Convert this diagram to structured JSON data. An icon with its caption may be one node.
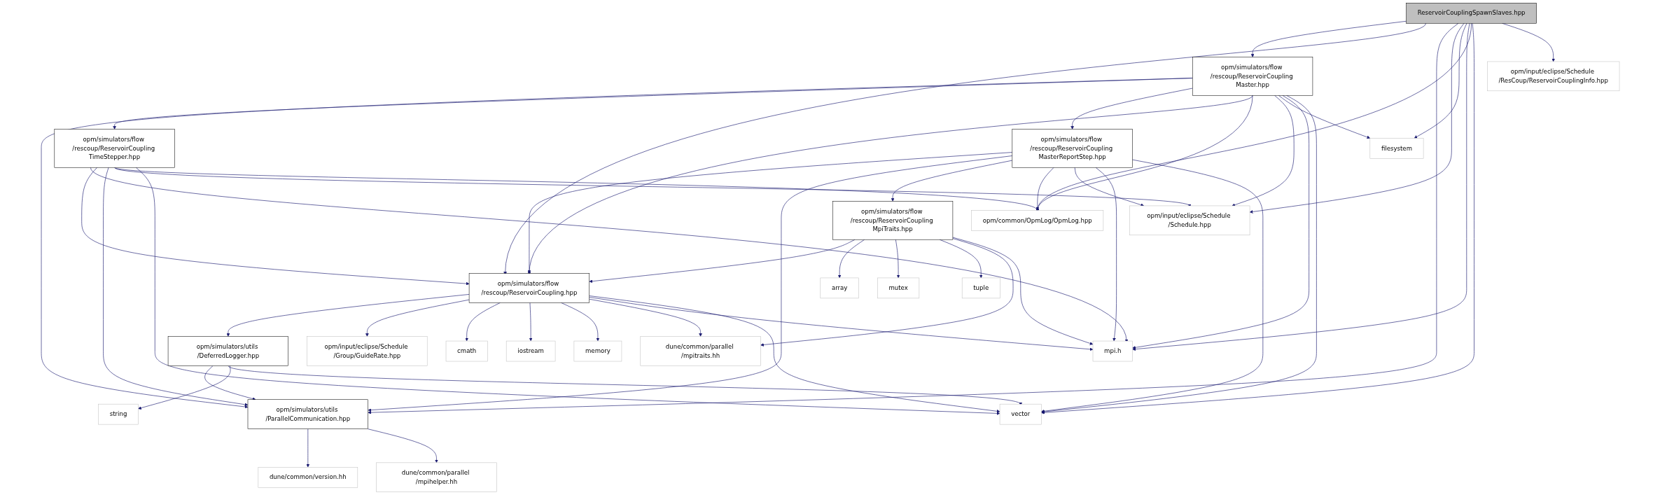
{
  "diagram": {
    "nodes": [
      {
        "text": [
          "ReservoirCouplingSpawnSlaves.hpp"
        ]
      },
      {
        "text": [
          "opm/simulators/flow /rescoup/ReservoirCoupling Master.hpp"
        ]
      },
      {
        "text": [
          "opm/input/eclipse/Schedule /ResCoup/ReservoirCouplingInfo.hpp"
        ]
      },
      {
        "text": [
          "opm/simulators/flow /rescoup/ReservoirCoupling TimeStepper.hpp"
        ]
      },
      {
        "text": [
          "opm/simulators/flow /rescoup/ReservoirCoupling MasterReportStep.hpp"
        ]
      },
      {
        "text": [
          "filesystem"
        ]
      },
      {
        "text": [
          "opm/common/OpmLog/OpmLog.hpp"
        ]
      },
      {
        "text": [
          "opm/input/eclipse/Schedule /Schedule.hpp"
        ]
      },
      {
        "text": [
          "opm/simulators/flow /rescoup/ReservoirCoupling MpiTraits.hpp"
        ]
      },
      {
        "text": [
          "array"
        ]
      },
      {
        "text": [
          "mutex"
        ]
      },
      {
        "text": [
          "tuple"
        ]
      },
      {
        "text": [
          "opm/simulators/flow /rescoup/ReservoirCoupling.hpp"
        ]
      },
      {
        "text": [
          "opm/simulators/utils /DeferredLogger.hpp"
        ]
      },
      {
        "text": [
          "opm/input/eclipse/Schedule /Group/GuideRate.hpp"
        ]
      },
      {
        "text": [
          "cmath"
        ]
      },
      {
        "text": [
          "iostream"
        ]
      },
      {
        "text": [
          "memory"
        ]
      },
      {
        "text": [
          "dune/common/parallel /mpitraits.hh"
        ]
      },
      {
        "text": [
          "mpi.h"
        ]
      },
      {
        "text": [
          "opm/simulators/utils /ParallelCommunication.hpp"
        ]
      },
      {
        "text": [
          "string"
        ]
      },
      {
        "text": [
          "vector"
        ]
      },
      {
        "text": [
          "dune/common/version.hh"
        ]
      },
      {
        "text": [
          "dune/common/parallel /mpihelper.hh"
        ]
      }
    ],
    "edges": [
      {
        "from": 0,
        "to": 1,
        "arrow": "to"
      },
      {
        "from": 0,
        "to": 12,
        "arrow": "to"
      },
      {
        "from": 0,
        "to": 20,
        "arrow": "to"
      },
      {
        "from": 0,
        "to": 6,
        "arrow": "to"
      },
      {
        "from": 0,
        "to": 7,
        "arrow": "to"
      },
      {
        "from": 0,
        "to": 5,
        "arrow": "to"
      },
      {
        "from": 0,
        "to": 19,
        "arrow": "to"
      },
      {
        "from": 0,
        "to": 22,
        "arrow": "to"
      },
      {
        "from": 0,
        "to": 2,
        "arrow": "to"
      },
      {
        "from": 1,
        "to": 12,
        "arrow": "to"
      },
      {
        "from": 1,
        "to": 20,
        "arrow": "to"
      },
      {
        "from": 1,
        "to": 3,
        "arrow": "to"
      },
      {
        "from": 1,
        "to": 4,
        "arrow": "to"
      },
      {
        "from": 1,
        "to": 6,
        "arrow": "to"
      },
      {
        "from": 1,
        "to": 7,
        "arrow": "to"
      },
      {
        "from": 1,
        "to": 5,
        "arrow": "to"
      },
      {
        "from": 1,
        "to": 19,
        "arrow": "to"
      },
      {
        "from": 1,
        "to": 22,
        "arrow": "to"
      },
      {
        "from": 3,
        "to": 12,
        "arrow": "to"
      },
      {
        "from": 3,
        "to": 20,
        "arrow": "to"
      },
      {
        "from": 3,
        "to": 6,
        "arrow": "to"
      },
      {
        "from": 3,
        "to": 7,
        "arrow": "to"
      },
      {
        "from": 3,
        "to": 19,
        "arrow": "to"
      },
      {
        "from": 3,
        "to": 22,
        "arrow": "to"
      },
      {
        "from": 4,
        "to": 12,
        "arrow": "to"
      },
      {
        "from": 4,
        "to": 20,
        "arrow": "to"
      },
      {
        "from": 4,
        "to": 8,
        "arrow": "to"
      },
      {
        "from": 4,
        "to": 6,
        "arrow": "to"
      },
      {
        "from": 4,
        "to": 7,
        "arrow": "to"
      },
      {
        "from": 4,
        "to": 19,
        "arrow": "to"
      },
      {
        "from": 4,
        "to": 22,
        "arrow": "to"
      },
      {
        "from": 8,
        "to": 12,
        "arrow": "to"
      },
      {
        "from": 8,
        "to": 9,
        "arrow": "to"
      },
      {
        "from": 8,
        "to": 10,
        "arrow": "to"
      },
      {
        "from": 8,
        "to": 11,
        "arrow": "to"
      },
      {
        "from": 8,
        "to": 18,
        "arrow": "to"
      },
      {
        "from": 8,
        "to": 19,
        "arrow": "to"
      },
      {
        "from": 12,
        "to": 13,
        "arrow": "to"
      },
      {
        "from": 12,
        "to": 14,
        "arrow": "to"
      },
      {
        "from": 12,
        "to": 15,
        "arrow": "to"
      },
      {
        "from": 12,
        "to": 16,
        "arrow": "to"
      },
      {
        "from": 12,
        "to": 17,
        "arrow": "to"
      },
      {
        "from": 12,
        "to": 18,
        "arrow": "to"
      },
      {
        "from": 12,
        "to": 19,
        "arrow": "to"
      },
      {
        "from": 12,
        "to": 22,
        "arrow": "to"
      },
      {
        "from": 13,
        "to": 20,
        "arrow": "to"
      },
      {
        "from": 13,
        "to": 21,
        "arrow": "to"
      },
      {
        "from": 13,
        "to": 22,
        "arrow": "to"
      },
      {
        "from": 20,
        "to": 23,
        "arrow": "to"
      },
      {
        "from": 20,
        "to": 24,
        "arrow": "to"
      }
    ]
  }
}
